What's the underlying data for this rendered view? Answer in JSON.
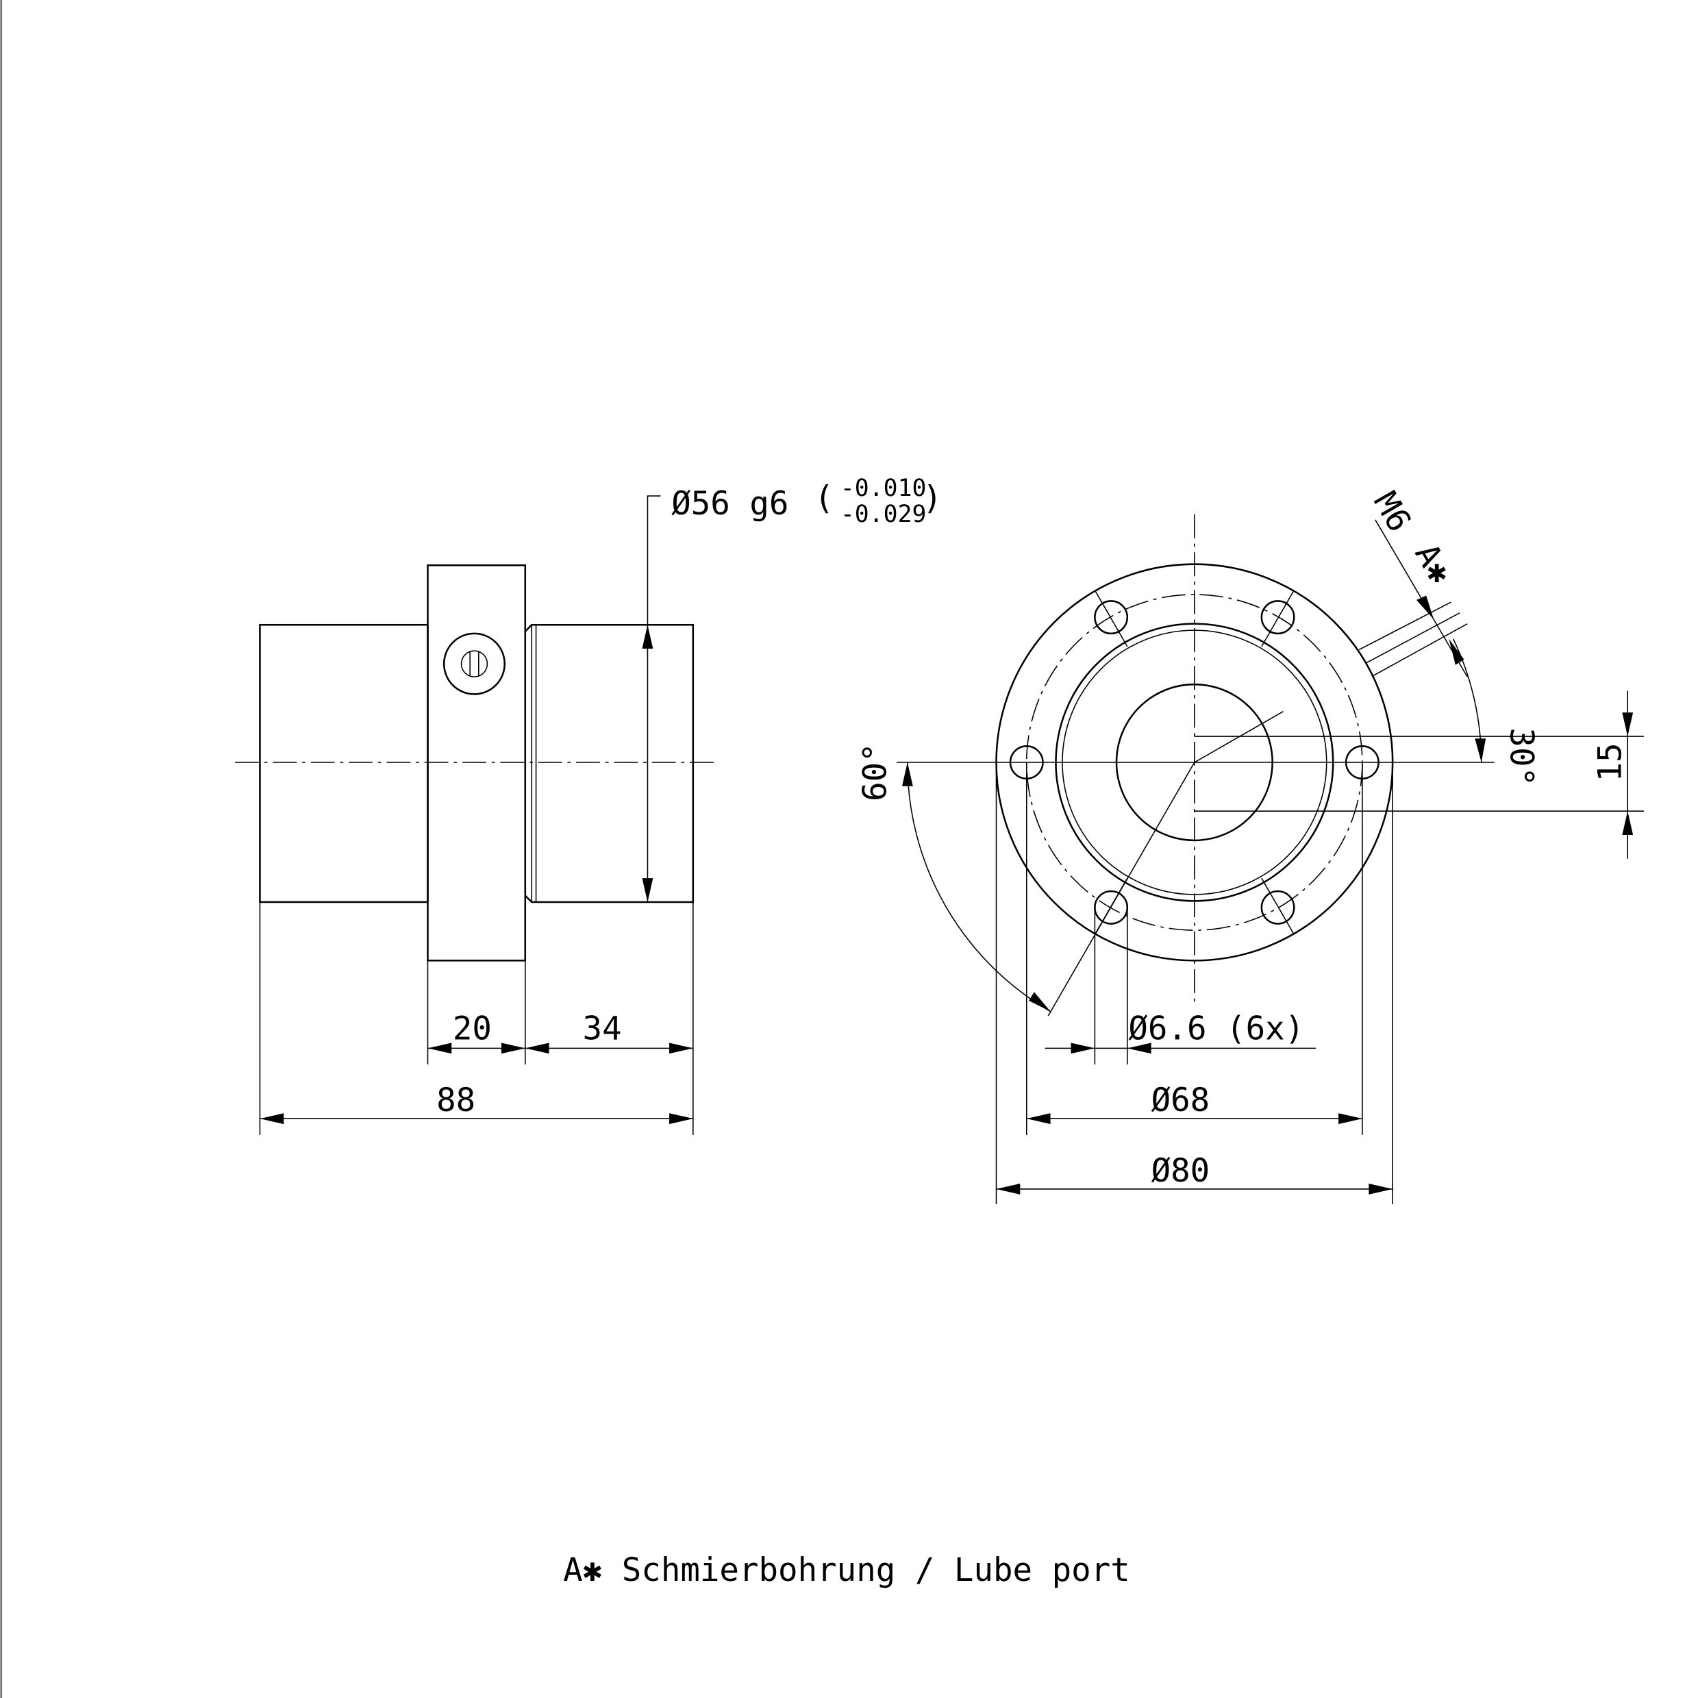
{
  "side_view": {
    "dia_label": "Ø56 g6",
    "tol_upper": "-0.010",
    "tol_lower": "-0.029",
    "dim_flange": "20",
    "dim_spigot": "34",
    "dim_total": "88"
  },
  "front_view": {
    "thread_label": "M6",
    "lube_marker": "A✱",
    "angle_60": "60°",
    "angle_30": "30°",
    "offset_15": "15",
    "hole_dia": "Ø6.6 (6x)",
    "pcd": "Ø68",
    "outer_dia": "Ø80"
  },
  "footer_note": "A✱ Schmierbohrung / Lube port"
}
